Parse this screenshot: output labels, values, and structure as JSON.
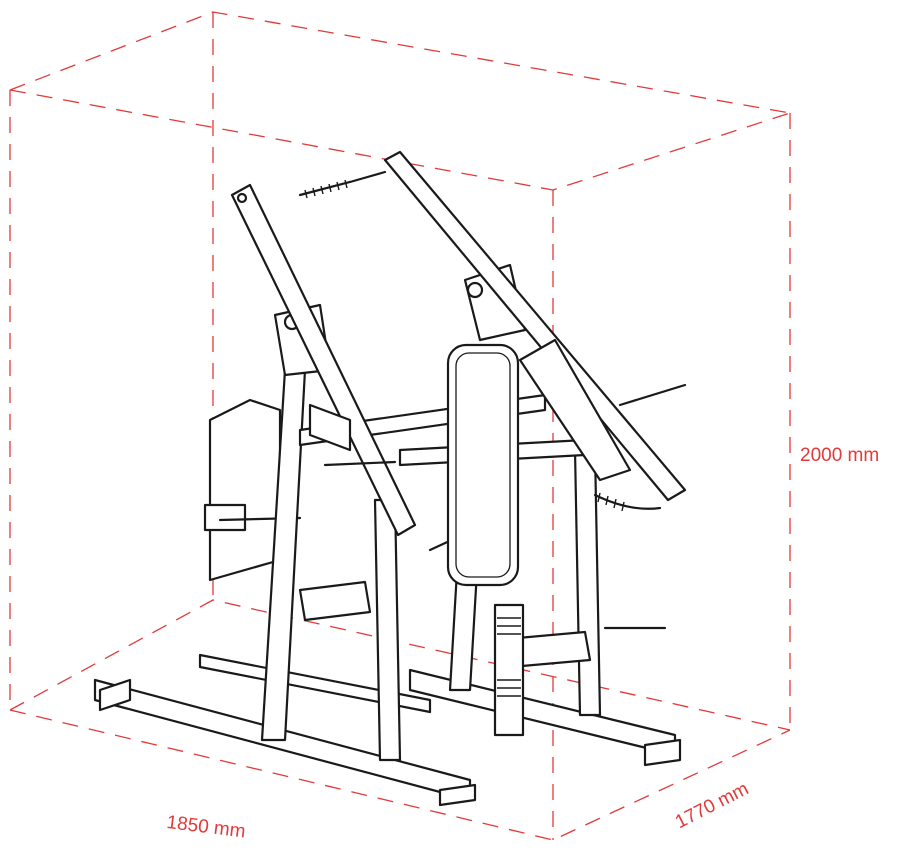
{
  "dimensions": {
    "height": "2000 mm",
    "width": "1850 mm",
    "depth": "1770 mm"
  },
  "colors": {
    "dimension": "#e23a3a",
    "line_art": "#1a1a1a",
    "background": "#ffffff"
  }
}
